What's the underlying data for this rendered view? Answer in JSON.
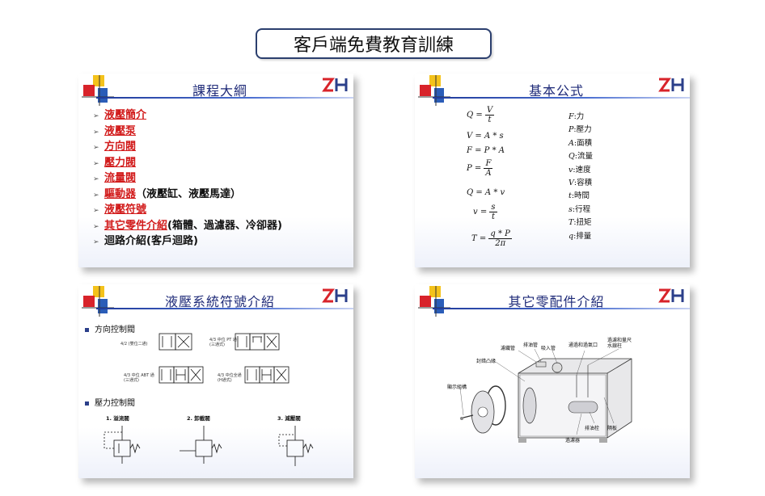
{
  "page": {
    "title": "客戶端免費教育訓練"
  },
  "slides": {
    "outline": {
      "title": "課程大綱",
      "logo": "ZH",
      "items": [
        {
          "link": "液壓簡介",
          "rest": ""
        },
        {
          "link": "液壓泵",
          "rest": ""
        },
        {
          "link": "方向閥",
          "rest": ""
        },
        {
          "link": "壓力閥",
          "rest": ""
        },
        {
          "link": "流量閥",
          "rest": ""
        },
        {
          "link": "驅動器",
          "rest": "（液壓缸、液壓馬達）"
        },
        {
          "link": "液壓符號",
          "rest": ""
        },
        {
          "link": "其它零件介紹",
          "rest": "(箱體、過濾器、冷卻器)"
        },
        {
          "link": "",
          "rest": "迴路介紹(客戶迴路)"
        }
      ]
    },
    "formulas": {
      "title": "基本公式",
      "logo": "ZH",
      "f1_lhs": "Q =",
      "f1_num": "V",
      "f1_den": "t",
      "f2": "V = A * s",
      "f3": "F = P * A",
      "f4_lhs": "P =",
      "f4_num": "F",
      "f4_den": "A",
      "f5": "Q = A * v",
      "f6_lhs": "v =",
      "f6_num": "s",
      "f6_den": "t",
      "f7_lhs": "T =",
      "f7_num": "q * P",
      "f7_den": "2π",
      "defs": [
        {
          "sym": "F",
          "desc": ":力"
        },
        {
          "sym": "P",
          "desc": ":壓力"
        },
        {
          "sym": "A",
          "desc": ":面積"
        },
        {
          "sym": "Q",
          "desc": ":流量"
        },
        {
          "sym": "v",
          "desc": ":速度"
        },
        {
          "sym": "V",
          "desc": ":容積"
        },
        {
          "sym": "t",
          "desc": ":時間"
        },
        {
          "sym": "s",
          "desc": ":行程"
        },
        {
          "sym": "T",
          "desc": ":扭矩"
        },
        {
          "sym": "q",
          "desc": ":排量"
        }
      ]
    },
    "symbols": {
      "title": "液壓系統符號介紹",
      "logo": "ZH",
      "sec1": "方向控制閥",
      "sec2": "壓力控制閥",
      "v1": "4/2 (雙位二通)",
      "v2": "4/3 中位 PT 通 (三通式)",
      "v3": "4/3 中位 ABT 通 (三通式)",
      "v4": "4/3 中位全通 (H通式)",
      "p1": "1. 溢流閥",
      "p2": "2. 卸載閥",
      "p3": "3. 減壓閥"
    },
    "parts": {
      "title": "其它零配件介紹",
      "logo": "ZH",
      "labels": [
        "濾纖管",
        "排油管",
        "吸入管",
        "通過和過氣口",
        "過濾和量尺水銀柱",
        "封錯凸緣",
        "顯示組構",
        "過濾器",
        "排油栓",
        "隔板"
      ]
    }
  },
  "colors": {
    "accent": "#1e2a78",
    "link": "#d21c1c",
    "deco_red": "#d8232a",
    "deco_yellow": "#f4c21b",
    "deco_blue": "#2b5db8"
  }
}
